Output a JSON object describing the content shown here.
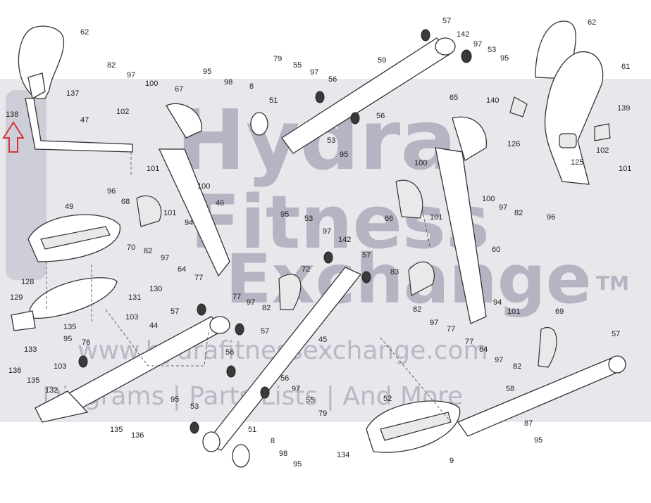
{
  "watermark": {
    "line1": "Hydra",
    "line2": "Fitness",
    "line3": "Exchange",
    "trademark": "TM",
    "url": "www.hydrafitnessexchange.com",
    "tagline": "Diagrams | Parts Lists | And More"
  },
  "labels": {
    "l62a": "62",
    "l137": "137",
    "l138": "138",
    "l47": "47",
    "l82a": "82",
    "l97a": "97",
    "l100a": "100",
    "l67": "67",
    "l95a": "95",
    "l98a": "98",
    "l8a": "8",
    "l51a": "51",
    "l79a": "79",
    "l55a": "55",
    "l97b": "97",
    "l56a": "56",
    "l59": "59",
    "l56b": "56",
    "l53a": "53",
    "l95b": "95",
    "l57a": "57",
    "l142a": "142",
    "l97c": "97",
    "l53b": "53",
    "l95c": "95",
    "l62b": "62",
    "l61": "61",
    "l102a": "102",
    "l96a": "96",
    "l101a": "101",
    "l68": "68",
    "l100b": "100",
    "l46": "46",
    "l65": "65",
    "l140": "140",
    "l139": "139",
    "l126": "126",
    "l125": "125",
    "l102b": "102",
    "l101b": "101",
    "l100c": "100",
    "l66": "66",
    "l101c": "101",
    "l100d": "100",
    "l97d": "97",
    "l82b": "82",
    "l96b": "96",
    "l49": "49",
    "l70": "70",
    "l101d": "101",
    "l94a": "94",
    "l82c": "82",
    "l97e": "97",
    "l64a": "64",
    "l77a": "77",
    "l95d": "95",
    "l53c": "53",
    "l97f": "97",
    "l142b": "142",
    "l57b": "57",
    "l60": "60",
    "l72": "72",
    "l130": "130",
    "l131": "131",
    "l128": "128",
    "l129": "129",
    "l77b": "77",
    "l97g": "97",
    "l82d": "82",
    "l83": "83",
    "l82e": "82",
    "l97h": "97",
    "l77c": "77",
    "l94b": "94",
    "l101e": "101",
    "l69": "69",
    "l57c": "57",
    "l103a": "103",
    "l135a": "135",
    "l44": "44",
    "l57d": "57",
    "l45": "45",
    "l77d": "77",
    "l64b": "64",
    "l97i": "97",
    "l82f": "82",
    "l57e": "57",
    "l95e": "95",
    "l76": "76",
    "l133": "133",
    "l136a": "136",
    "l135b": "135",
    "l103b": "103",
    "l132": "132",
    "l56c": "56",
    "l56d": "56",
    "l97j": "97",
    "l55b": "55",
    "l79b": "79",
    "l58": "58",
    "l52": "52",
    "l87": "87",
    "l95f": "95",
    "l95g": "95",
    "l53d": "53",
    "l135c": "135",
    "l136b": "136",
    "l51b": "51",
    "l8b": "8",
    "l98b": "98",
    "l95h": "95",
    "l134": "134",
    "l9": "9"
  }
}
